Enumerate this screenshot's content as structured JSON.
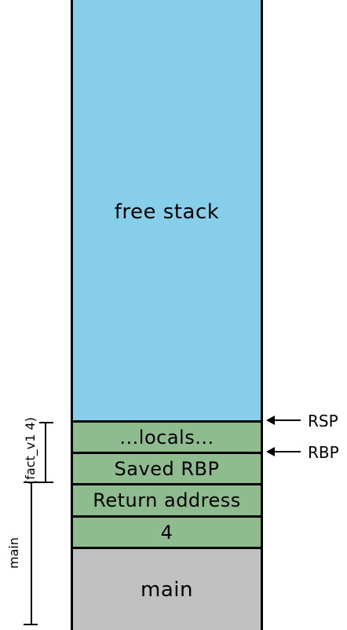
{
  "blocks": {
    "free": "free stack",
    "locals": "...locals...",
    "saved_rbp": "Saved RBP",
    "return_address": "Return address",
    "arg": "4",
    "main": "main"
  },
  "pointers": {
    "rsp": "RSP",
    "rbp": "RBP"
  },
  "brackets": {
    "frame": "(fact_v1 4)",
    "main": "main"
  },
  "colors": {
    "free": "#87ceeb",
    "frame": "#8fbc8f",
    "main": "#c0c0c0"
  }
}
